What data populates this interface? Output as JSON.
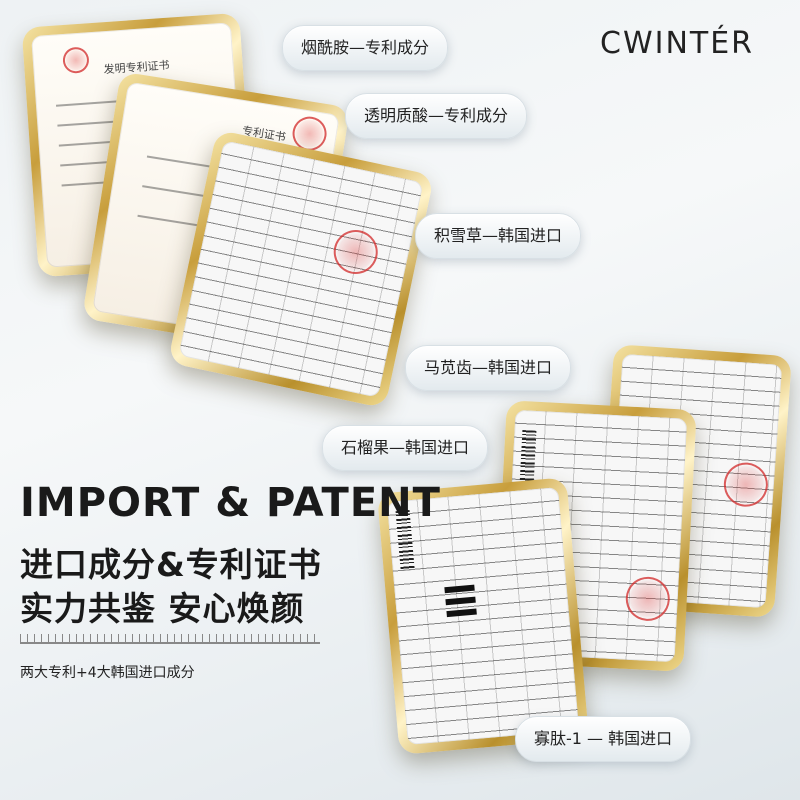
{
  "brand": {
    "logo_text": "CWINTÉR"
  },
  "ingredients": [
    {
      "label": "烟酰胺—专利成分"
    },
    {
      "label": "透明质酸—专利成分"
    },
    {
      "label": "积雪草—韩国进口"
    },
    {
      "label": "马苋齿—韩国进口"
    },
    {
      "label": "石榴果—韩国进口"
    },
    {
      "label": "寡肽-1 — 韩国进口"
    }
  ],
  "hero": {
    "headline": "IMPORT & PATENT",
    "subline1": "进口成分&专利证书",
    "subline2": "实力共鉴 安心焕颜",
    "note": "两大专利+4大韩国进口成分"
  },
  "certificates": [
    {
      "title": "发明专利证书"
    },
    {
      "title": "专利证书"
    }
  ],
  "colors": {
    "gold": "#c89e3c",
    "seal_red": "#d22828",
    "text": "#1a1a1a"
  }
}
